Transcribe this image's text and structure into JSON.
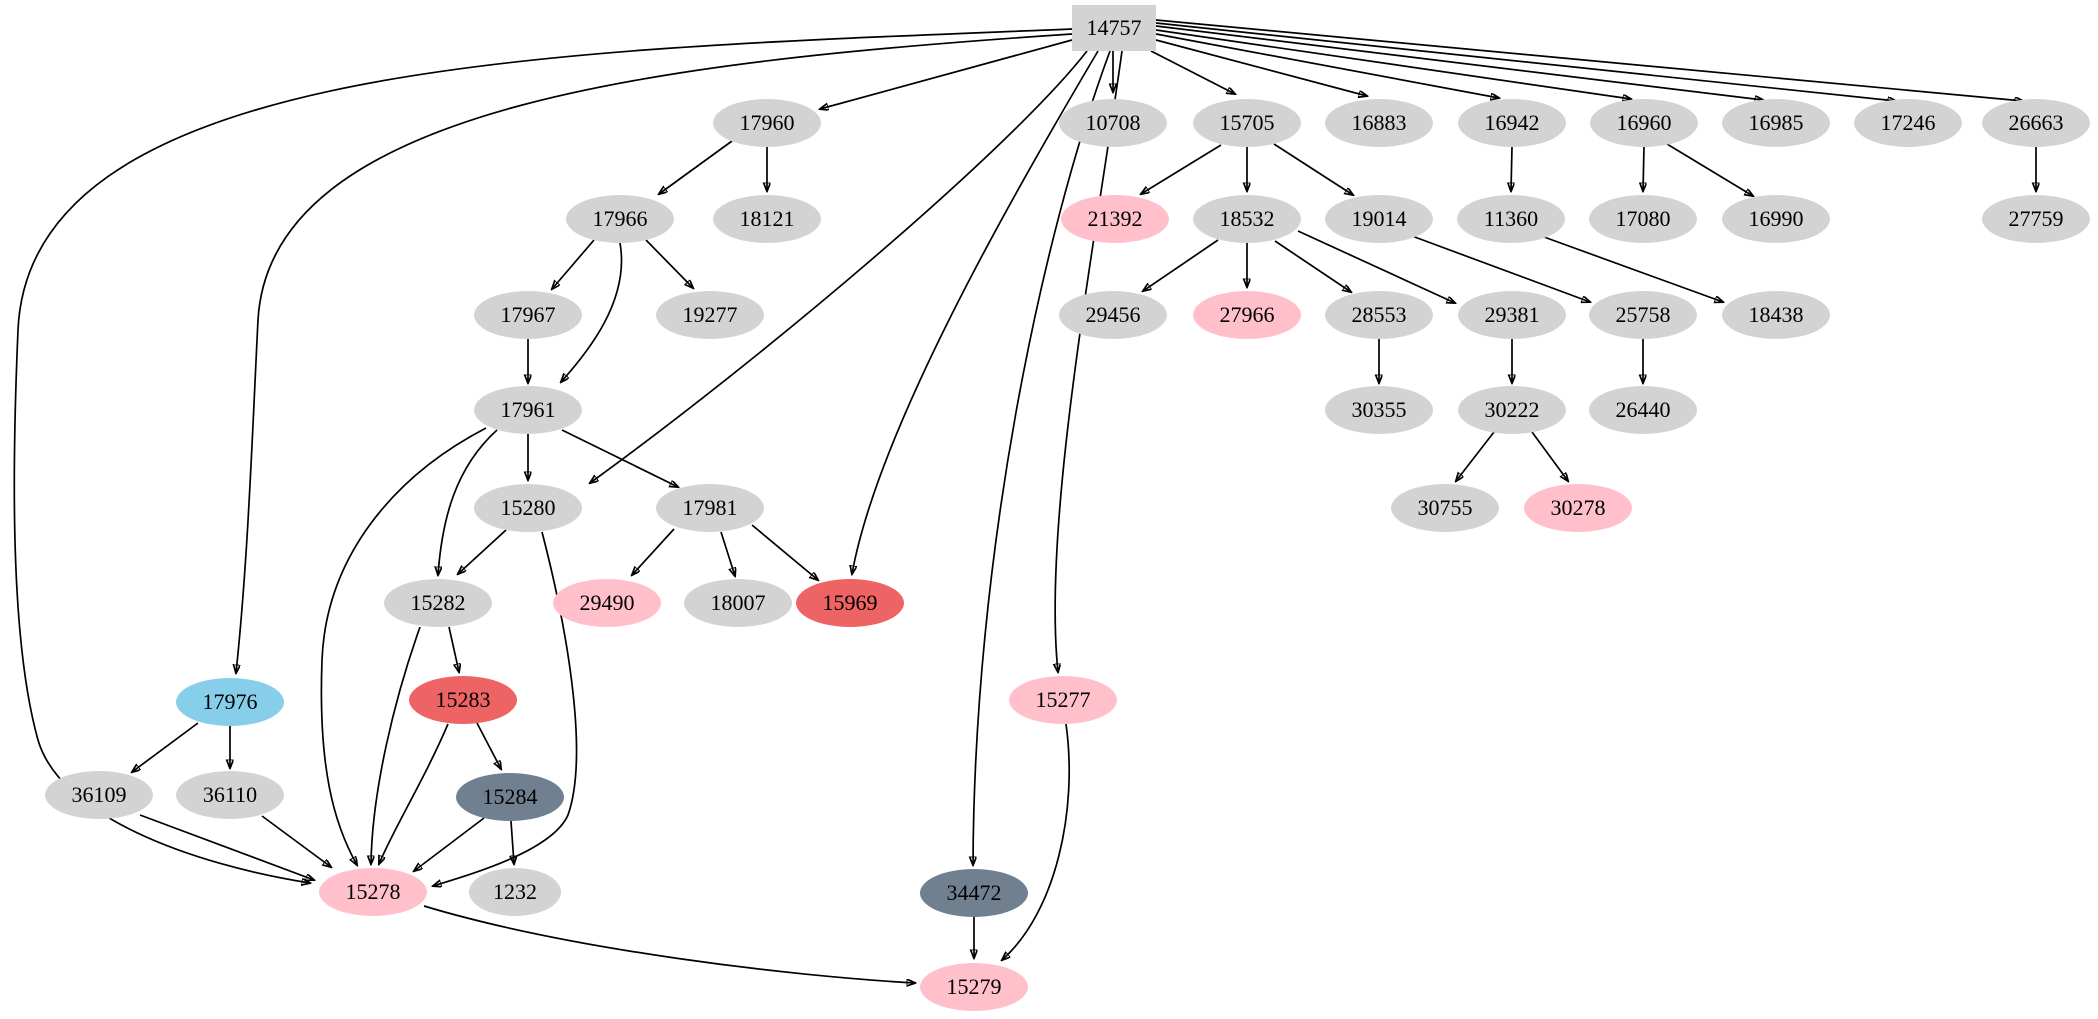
{
  "diagram": {
    "type": "directed-graph",
    "root": "14757",
    "colors": {
      "default": "#d3d3d3",
      "pink": "#ffc0cb",
      "red": "#ee6363",
      "skyblue": "#87ceeb",
      "slate": "#708090",
      "edge": "#000000",
      "background": "#ffffff"
    },
    "nodes": [
      {
        "id": "14757",
        "label": "14757",
        "shape": "box",
        "fill": "#d3d3d3"
      },
      {
        "id": "17960",
        "label": "17960",
        "shape": "ellipse",
        "fill": "#d3d3d3"
      },
      {
        "id": "10708",
        "label": "10708",
        "shape": "ellipse",
        "fill": "#d3d3d3"
      },
      {
        "id": "15705",
        "label": "15705",
        "shape": "ellipse",
        "fill": "#d3d3d3"
      },
      {
        "id": "16883",
        "label": "16883",
        "shape": "ellipse",
        "fill": "#d3d3d3"
      },
      {
        "id": "16942",
        "label": "16942",
        "shape": "ellipse",
        "fill": "#d3d3d3"
      },
      {
        "id": "16960",
        "label": "16960",
        "shape": "ellipse",
        "fill": "#d3d3d3"
      },
      {
        "id": "16985",
        "label": "16985",
        "shape": "ellipse",
        "fill": "#d3d3d3"
      },
      {
        "id": "17246",
        "label": "17246",
        "shape": "ellipse",
        "fill": "#d3d3d3"
      },
      {
        "id": "26663",
        "label": "26663",
        "shape": "ellipse",
        "fill": "#d3d3d3"
      },
      {
        "id": "17966",
        "label": "17966",
        "shape": "ellipse",
        "fill": "#d3d3d3"
      },
      {
        "id": "18121",
        "label": "18121",
        "shape": "ellipse",
        "fill": "#d3d3d3"
      },
      {
        "id": "21392",
        "label": "21392",
        "shape": "ellipse",
        "fill": "#ffc0cb"
      },
      {
        "id": "18532",
        "label": "18532",
        "shape": "ellipse",
        "fill": "#d3d3d3"
      },
      {
        "id": "19014",
        "label": "19014",
        "shape": "ellipse",
        "fill": "#d3d3d3"
      },
      {
        "id": "11360",
        "label": "11360",
        "shape": "ellipse",
        "fill": "#d3d3d3"
      },
      {
        "id": "17080",
        "label": "17080",
        "shape": "ellipse",
        "fill": "#d3d3d3"
      },
      {
        "id": "16990",
        "label": "16990",
        "shape": "ellipse",
        "fill": "#d3d3d3"
      },
      {
        "id": "27759",
        "label": "27759",
        "shape": "ellipse",
        "fill": "#d3d3d3"
      },
      {
        "id": "17967",
        "label": "17967",
        "shape": "ellipse",
        "fill": "#d3d3d3"
      },
      {
        "id": "19277",
        "label": "19277",
        "shape": "ellipse",
        "fill": "#d3d3d3"
      },
      {
        "id": "29456",
        "label": "29456",
        "shape": "ellipse",
        "fill": "#d3d3d3"
      },
      {
        "id": "27966",
        "label": "27966",
        "shape": "ellipse",
        "fill": "#ffc0cb"
      },
      {
        "id": "28553",
        "label": "28553",
        "shape": "ellipse",
        "fill": "#d3d3d3"
      },
      {
        "id": "29381",
        "label": "29381",
        "shape": "ellipse",
        "fill": "#d3d3d3"
      },
      {
        "id": "25758",
        "label": "25758",
        "shape": "ellipse",
        "fill": "#d3d3d3"
      },
      {
        "id": "18438",
        "label": "18438",
        "shape": "ellipse",
        "fill": "#d3d3d3"
      },
      {
        "id": "17961",
        "label": "17961",
        "shape": "ellipse",
        "fill": "#d3d3d3"
      },
      {
        "id": "30355",
        "label": "30355",
        "shape": "ellipse",
        "fill": "#d3d3d3"
      },
      {
        "id": "30222",
        "label": "30222",
        "shape": "ellipse",
        "fill": "#d3d3d3"
      },
      {
        "id": "26440",
        "label": "26440",
        "shape": "ellipse",
        "fill": "#d3d3d3"
      },
      {
        "id": "15280",
        "label": "15280",
        "shape": "ellipse",
        "fill": "#d3d3d3"
      },
      {
        "id": "17981",
        "label": "17981",
        "shape": "ellipse",
        "fill": "#d3d3d3"
      },
      {
        "id": "30755",
        "label": "30755",
        "shape": "ellipse",
        "fill": "#d3d3d3"
      },
      {
        "id": "30278",
        "label": "30278",
        "shape": "ellipse",
        "fill": "#ffc0cb"
      },
      {
        "id": "15282",
        "label": "15282",
        "shape": "ellipse",
        "fill": "#d3d3d3"
      },
      {
        "id": "29490",
        "label": "29490",
        "shape": "ellipse",
        "fill": "#ffc0cb"
      },
      {
        "id": "18007",
        "label": "18007",
        "shape": "ellipse",
        "fill": "#d3d3d3"
      },
      {
        "id": "15969",
        "label": "15969",
        "shape": "ellipse",
        "fill": "#ee6363"
      },
      {
        "id": "15283",
        "label": "15283",
        "shape": "ellipse",
        "fill": "#ee6363"
      },
      {
        "id": "17976",
        "label": "17976",
        "shape": "ellipse",
        "fill": "#87ceeb"
      },
      {
        "id": "15277",
        "label": "15277",
        "shape": "ellipse",
        "fill": "#ffc0cb"
      },
      {
        "id": "36109",
        "label": "36109",
        "shape": "ellipse",
        "fill": "#d3d3d3"
      },
      {
        "id": "36110",
        "label": "36110",
        "shape": "ellipse",
        "fill": "#d3d3d3"
      },
      {
        "id": "15284",
        "label": "15284",
        "shape": "ellipse",
        "fill": "#708090"
      },
      {
        "id": "15278",
        "label": "15278",
        "shape": "ellipse",
        "fill": "#ffc0cb"
      },
      {
        "id": "1232",
        "label": "1232",
        "shape": "ellipse",
        "fill": "#d3d3d3"
      },
      {
        "id": "34472",
        "label": "34472",
        "shape": "ellipse",
        "fill": "#708090"
      },
      {
        "id": "15279",
        "label": "15279",
        "shape": "ellipse",
        "fill": "#ffc0cb"
      }
    ],
    "edges": [
      [
        "14757",
        "17960"
      ],
      [
        "14757",
        "10708"
      ],
      [
        "14757",
        "15705"
      ],
      [
        "14757",
        "16883"
      ],
      [
        "14757",
        "16942"
      ],
      [
        "14757",
        "16960"
      ],
      [
        "14757",
        "16985"
      ],
      [
        "14757",
        "17246"
      ],
      [
        "14757",
        "26663"
      ],
      [
        "14757",
        "17976"
      ],
      [
        "14757",
        "15278"
      ],
      [
        "14757",
        "15280"
      ],
      [
        "14757",
        "15969"
      ],
      [
        "14757",
        "34472"
      ],
      [
        "14757",
        "15277"
      ],
      [
        "15705",
        "21392"
      ],
      [
        "15705",
        "18532"
      ],
      [
        "15705",
        "19014"
      ],
      [
        "16942",
        "11360"
      ],
      [
        "16960",
        "17080"
      ],
      [
        "16960",
        "16990"
      ],
      [
        "26663",
        "27759"
      ],
      [
        "18532",
        "29456"
      ],
      [
        "18532",
        "27966"
      ],
      [
        "18532",
        "28553"
      ],
      [
        "18532",
        "29381"
      ],
      [
        "19014",
        "25758"
      ],
      [
        "11360",
        "18438"
      ],
      [
        "28553",
        "30355"
      ],
      [
        "29381",
        "30222"
      ],
      [
        "25758",
        "26440"
      ],
      [
        "30222",
        "30755"
      ],
      [
        "30222",
        "30278"
      ],
      [
        "17960",
        "17966"
      ],
      [
        "17960",
        "18121"
      ],
      [
        "17966",
        "17967"
      ],
      [
        "17966",
        "19277"
      ],
      [
        "17966",
        "17961"
      ],
      [
        "17967",
        "17961"
      ],
      [
        "17961",
        "15280"
      ],
      [
        "17961",
        "17981"
      ],
      [
        "17961",
        "15282"
      ],
      [
        "17961",
        "15278"
      ],
      [
        "15280",
        "15282"
      ],
      [
        "15280",
        "15278"
      ],
      [
        "17981",
        "29490"
      ],
      [
        "17981",
        "18007"
      ],
      [
        "17981",
        "15969"
      ],
      [
        "15282",
        "15283"
      ],
      [
        "15282",
        "15278"
      ],
      [
        "15283",
        "15284"
      ],
      [
        "15283",
        "15278"
      ],
      [
        "15284",
        "1232"
      ],
      [
        "15284",
        "15278"
      ],
      [
        "17976",
        "36109"
      ],
      [
        "17976",
        "36110"
      ],
      [
        "36109",
        "15278"
      ],
      [
        "36110",
        "15278"
      ],
      [
        "15278",
        "15279"
      ],
      [
        "34472",
        "15279"
      ],
      [
        "15277",
        "15279"
      ]
    ]
  }
}
